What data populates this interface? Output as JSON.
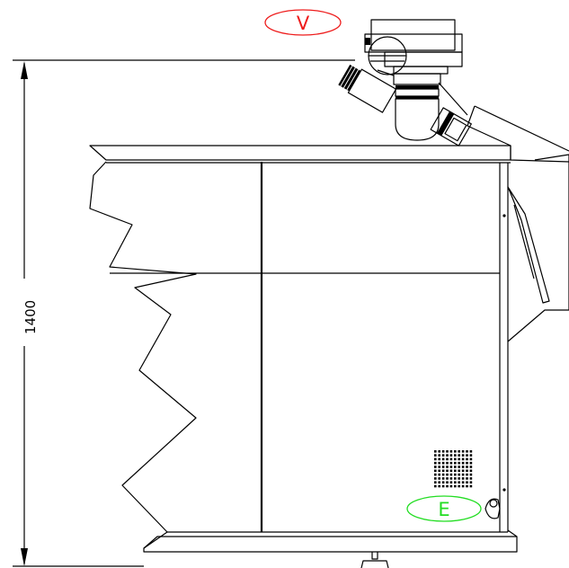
{
  "dimension": {
    "value": "1400"
  },
  "markers": {
    "top": {
      "label": "V",
      "color": "#ee1c1c"
    },
    "bottom": {
      "label": "E",
      "color": "#22dd22"
    }
  },
  "line_color": "#000000"
}
